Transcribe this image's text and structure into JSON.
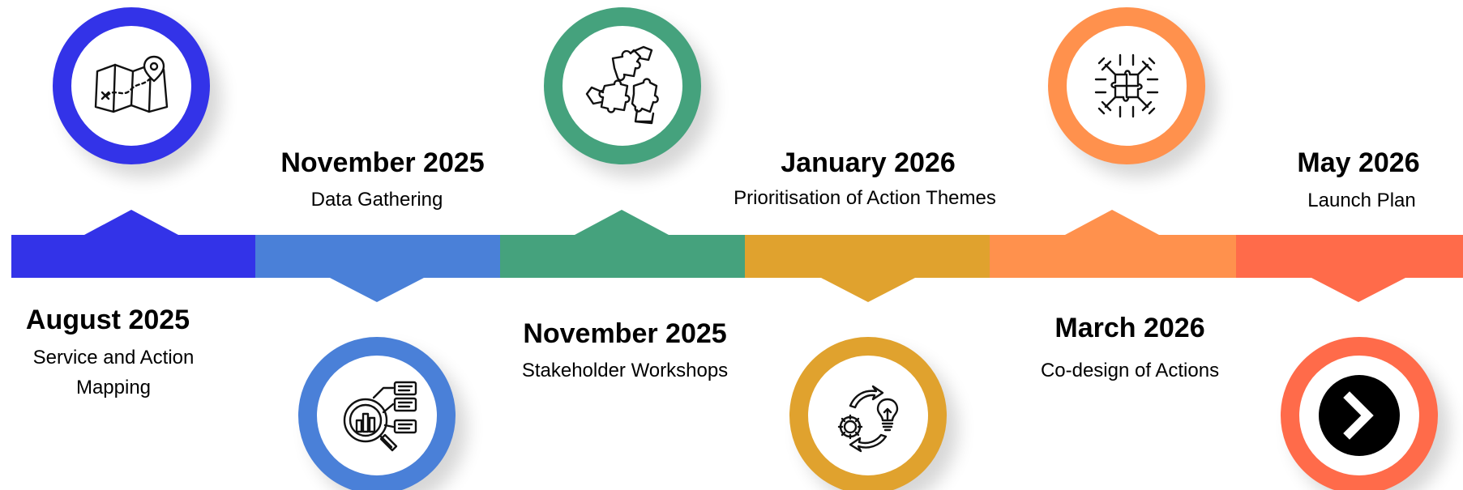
{
  "milestones": [
    {
      "date": "August 2025",
      "label": "Service and Action Mapping",
      "color": "#3333E8",
      "icon": "map-icon"
    },
    {
      "date": "November 2025",
      "label": "Data Gathering",
      "color": "#4A80D8",
      "icon": "data-analysis-icon"
    },
    {
      "date": "November 2025",
      "label": "Stakeholder Workshops",
      "color": "#45A27D",
      "icon": "puzzle-hands-icon"
    },
    {
      "date": "January 2026",
      "label": "Prioritisation of Action Themes",
      "color": "#E0A22E",
      "icon": "ideas-cycle-icon"
    },
    {
      "date": "March 2026",
      "label": "Co-design of Actions",
      "color": "#FF914D",
      "icon": "collaboration-puzzle-icon"
    },
    {
      "date": "May 2026",
      "label": "Launch Plan",
      "color": "#FF6B4A",
      "icon": "chevron-right-icon"
    }
  ]
}
